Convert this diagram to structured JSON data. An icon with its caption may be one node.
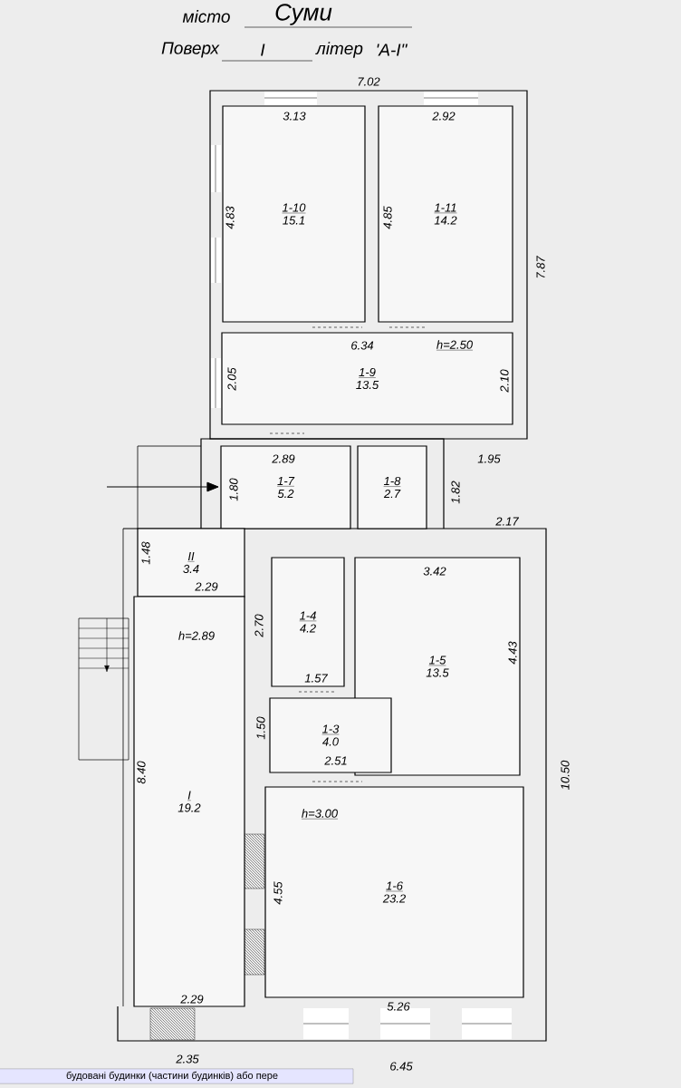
{
  "diagram": {
    "nodes": [
      {
        "text": [
          "1-10",
          "15.1"
        ]
      },
      {
        "text": [
          "1-11",
          "14.2"
        ]
      },
      {
        "text": [
          "1-9",
          "13.5"
        ]
      },
      {
        "text": [
          "1-7",
          "5.2"
        ]
      },
      {
        "text": [
          "1-8",
          "2.7"
        ]
      },
      {
        "text": [
          "II",
          "3.4"
        ]
      },
      {
        "text": [
          "1-4",
          "4.2"
        ]
      },
      {
        "text": [
          "1-5",
          "13.5"
        ]
      },
      {
        "text": [
          "I",
          "19.2"
        ]
      },
      {
        "text": [
          "1-3",
          "4.0"
        ]
      },
      {
        "text": [
          "1-6",
          "23.2"
        ]
      }
    ],
    "edges": [
      {
        "from": null,
        "to": 3,
        "arrow": "to"
      }
    ],
    "labels": [
      "місто",
      "Суми",
      "Поверх",
      "І",
      "літер",
      "'А-І\"",
      "7.02",
      "3.13",
      "2.92",
      "4.83",
      "4.85",
      "7.87",
      "6.34",
      "h=2.50",
      "2.05",
      "2.10",
      "2.89",
      "1.95",
      "1.80",
      "1.82",
      "2.17",
      "1.48",
      "2.29",
      "3.42",
      "h=2.89",
      "2.70",
      "1.57",
      "4.43",
      "1.50",
      "2.51",
      "8.40",
      "10.50",
      "h=3.00",
      "4.55",
      "5.26",
      "2.29",
      "2.35",
      "6.45",
      "будовані будинки (частини будинків) або пере"
    ]
  }
}
